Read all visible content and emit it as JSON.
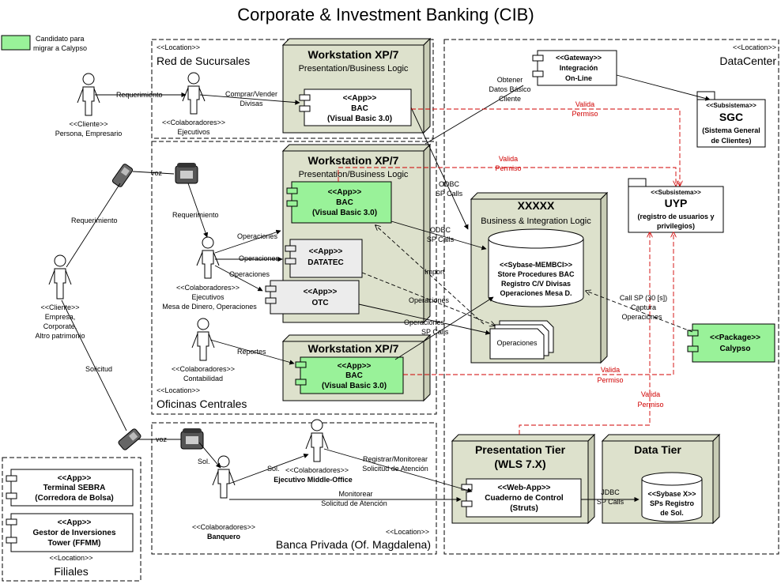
{
  "title": "Corporate & Investment Banking (CIB)",
  "legend": {
    "text1": "Candidato para",
    "text2": "migrar a Calypso",
    "color": "#99f299"
  },
  "colors": {
    "workstation_fill": "#dde1cc",
    "candidate_fill": "#99f299",
    "component_fill": "#ffffff",
    "red_line": "#d00000"
  },
  "zones": {
    "sucursales": {
      "stereo": "<<Location>>",
      "name": "Red de Sucursales"
    },
    "oficinas": {
      "stereo": "<<Location>>",
      "name": "Oficinas Centrales"
    },
    "banca": {
      "stereo": "<<Location>>",
      "name": "Banca Privada (Of. Magdalena)"
    },
    "datacenter": {
      "stereo": "<<Location>>",
      "name": "DataCenter"
    },
    "filiales": {
      "stereo": "<<Location>>",
      "name": "Filiales"
    }
  },
  "workstations": [
    {
      "title": "Workstation XP/7",
      "subtitle": "Presentation/Business Logic"
    },
    {
      "title": "Workstation XP/7",
      "subtitle": "Presentation/Business Logic"
    },
    {
      "title": "Workstation XP/7",
      "subtitle": ""
    }
  ],
  "apps": {
    "bac1": {
      "l1": "<<App>>",
      "l2": "BAC",
      "l3": "(Visual Basic 3.0)"
    },
    "bac2": {
      "l1": "<<App>>",
      "l2": "BAC",
      "l3": "(Visual Basic 3.0)"
    },
    "bac3": {
      "l1": "<<App>>",
      "l2": "BAC",
      "l3": "(Visual Basic 3.0)"
    },
    "datatec": {
      "l1": "<<App>>",
      "l2": "DATATEC"
    },
    "otc": {
      "l1": "<<App>>",
      "l2": "OTC"
    },
    "gateway": {
      "l1": "<<Gateway>>",
      "l2": "Integración",
      "l3": "On-Line"
    },
    "calypso": {
      "l1": "<<Package>>",
      "l2": "Calypso"
    },
    "cuaderno": {
      "l1": "<<Web-App>>",
      "l2": "Cuaderno de Control",
      "l3": "(Struts)"
    },
    "sebra": {
      "l1": "<<App>>",
      "l2": "Terminal SEBRA",
      "l3": "(Corredora de Bolsa)"
    },
    "gestor": {
      "l1": "<<App>>",
      "l2": "Gestor de Inversiones",
      "l3": "Tower (FFMM)"
    }
  },
  "subsystems": {
    "sgc": {
      "stereo": "<<Subsistema>>",
      "name": "SGC",
      "d1": "(Sistema General",
      "d2": "de Clientes)"
    },
    "uyp": {
      "stereo": "<<Subsistema>>",
      "name": "UYP",
      "d1": "(registro de usuarios y",
      "d2": "privilegios)"
    }
  },
  "xxxxx": {
    "title": "XXXXX",
    "subtitle": "Business & Integration Logic"
  },
  "db_membci": {
    "l1": "<<Sybase-MEMBCI>>",
    "l2": "Store Procedures BAC",
    "l3": "Registro C/V Divisas",
    "l4": "Operaciones Mesa D."
  },
  "doc_ops": {
    "label": "Operaciones"
  },
  "pres_tier": {
    "title": "Presentation Tier",
    "subtitle": "(WLS 7.X)"
  },
  "data_tier": {
    "title": "Data Tier"
  },
  "db_sps": {
    "l1": "<<Sybase X>>",
    "l2": "SPs Registro",
    "l3": "de Sol."
  },
  "actors": {
    "cliente1": {
      "l1": "<<Cliente>>",
      "l2": "Persona, Empresario"
    },
    "colab1": {
      "l1": "<<Colaboradores>>",
      "l2": "Ejecutivos"
    },
    "cliente2": {
      "l1": "<<Cliente>>",
      "l2": "Empresa,",
      "l3": "Corporate,",
      "l4": "Altro patrimonio"
    },
    "colab2": {
      "l1": "<<Colaboradores>>",
      "l2": "Ejecutivos",
      "l3": "Mesa de Dinero, Operaciones"
    },
    "colab3": {
      "l1": "<<Colaboradores>>",
      "l2": "Contabilidad"
    },
    "middle": {
      "l1": "<<Colaboradores>>",
      "l2": "Ejecutivo Middle-Office"
    },
    "banquero": {
      "l1": "<<Colaboradores>>",
      "l2": "Banquero"
    }
  },
  "labels": {
    "requerimiento1": "Requerimiento",
    "comprar1": "Comprar/Vender",
    "comprar2": "Divisas",
    "voz1": "voz",
    "requerimiento2": "Requerimiento",
    "requerimiento3": "Requerimiento",
    "solicitud": "Solicitud",
    "voz2": "voz",
    "operaciones1": "Operaciones",
    "operaciones2": "Operaciones",
    "operaciones3": "Operaciones",
    "reportes": "Reportes",
    "obtener1": "Obtener",
    "obtener2": "Datos Básico",
    "obtener3": "Cliente",
    "odbc1a": "ODBC",
    "odbc1b": "SP Calls",
    "odbc2a": "ODBC",
    "odbc2b": "SP Calls",
    "import": "Import",
    "ops_a": "Operaciones",
    "ops_b": "Operaciones",
    "ops_c": "SP Calls",
    "callsp1": "Call SP (30 [s])",
    "callsp2": "Captura",
    "callsp3": "Operaciones",
    "valida1a": "Valida",
    "valida1b": "Permiso",
    "valida2a": "Valida",
    "valida2b": "Permiso",
    "valida3a": "Valida",
    "valida3b": "Permiso",
    "valida4a": "Valida",
    "valida4b": "Permiso",
    "sol1": "Sol.",
    "sol2": "Sol.",
    "reg1": "Registrar/Monitorear",
    "reg2": "Solicitud de Atención",
    "mon1": "Monitorear",
    "mon2": "Solicitud de Atención",
    "jdbc1": "JDBC",
    "jdbc2": "SP Calls"
  }
}
